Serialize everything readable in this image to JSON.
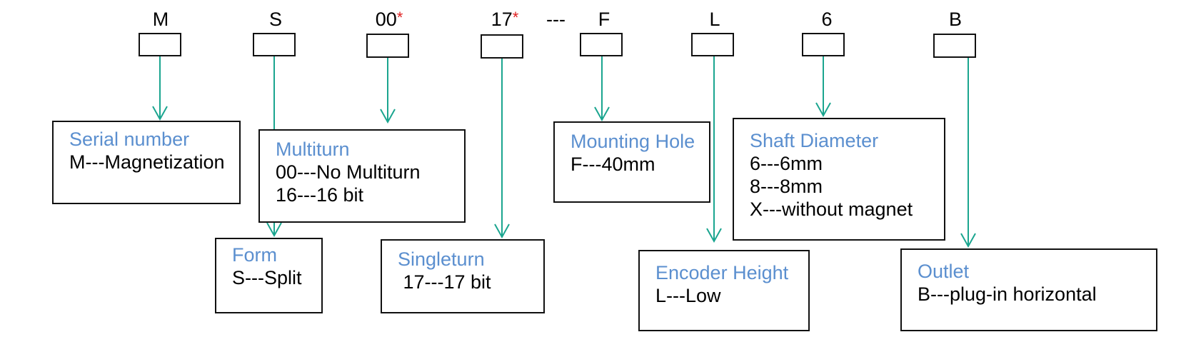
{
  "codes": [
    {
      "label": "M",
      "required": false
    },
    {
      "label": "S",
      "required": false
    },
    {
      "label": "00",
      "required": true
    },
    {
      "label": "17",
      "required": true
    },
    {
      "label": "F",
      "required": false
    },
    {
      "label": "L",
      "required": false
    },
    {
      "label": "6",
      "required": false
    },
    {
      "label": "B",
      "required": false
    }
  ],
  "separator": "---",
  "required_marker": "*",
  "descriptions": [
    {
      "title": "Serial number",
      "lines": [
        "M---Magnetization"
      ]
    },
    {
      "title": "Form",
      "lines": [
        "S---Split"
      ]
    },
    {
      "title": "Multiturn",
      "lines": [
        "00---No Multiturn",
        "16---16 bit"
      ]
    },
    {
      "title": "Singleturn",
      "lines": [
        " 17---17 bit"
      ]
    },
    {
      "title": "Mounting Hole",
      "lines": [
        "F---40mm"
      ]
    },
    {
      "title": "Encoder Height",
      "lines": [
        "L---Low"
      ]
    },
    {
      "title": "Shaft Diameter",
      "lines": [
        "6---6mm",
        "8---8mm",
        "X---without magnet"
      ]
    },
    {
      "title": "Outlet",
      "lines": [
        "B---plug-in horizontal"
      ]
    }
  ],
  "colors": {
    "arrow": "#1aa58f",
    "title": "#5b8fcf",
    "required": "#e02020"
  }
}
